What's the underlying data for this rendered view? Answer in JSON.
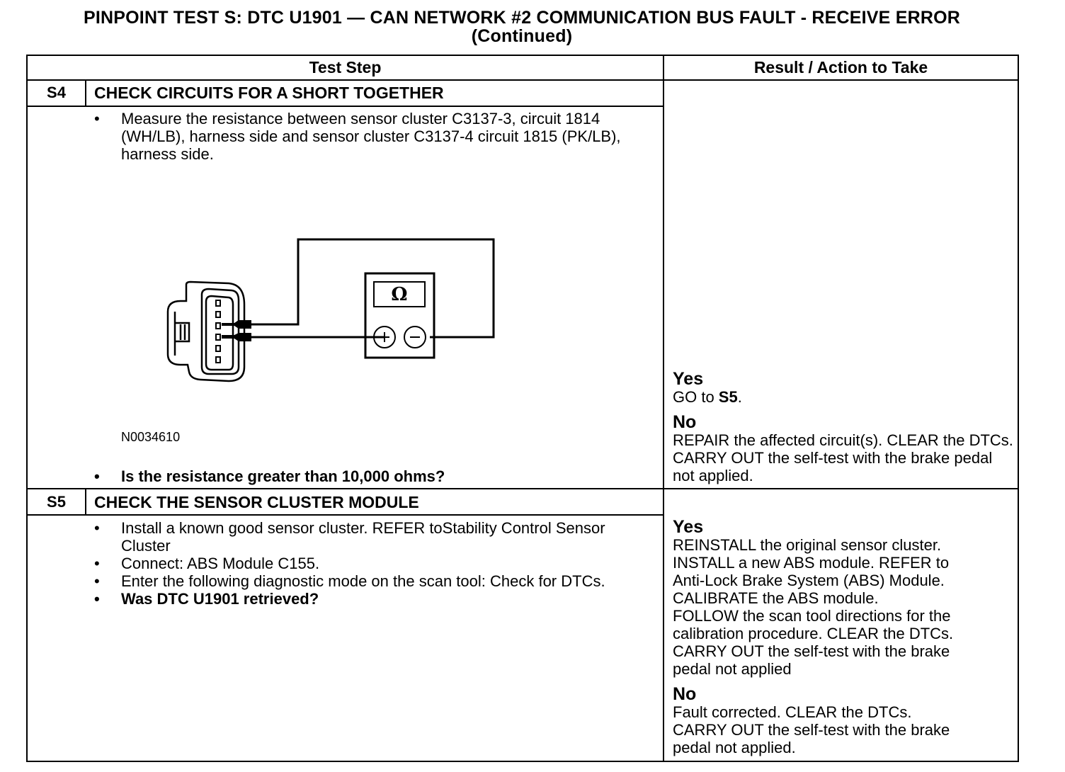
{
  "title": {
    "line1": "PINPOINT TEST  S: DTC U1901 — CAN NETWORK #2 COMMUNICATION BUS FAULT - RECEIVE ERROR",
    "line2": "(Continued)"
  },
  "table": {
    "headers": {
      "test_step": "Test Step",
      "result": "Result / Action to Take"
    },
    "s4": {
      "id": "S4",
      "heading": "CHECK CIRCUITS FOR A SHORT TOGETHER",
      "bullet1": "Measure the resistance between sensor cluster C3137-3, circuit 1814 (WH/LB), harness side and sensor cluster C3137-4 circuit 1815 (PK/LB), harness side.",
      "figure_id": "N0034610",
      "meter_symbol": "Ω",
      "question": "Is the resistance greater than 10,000 ohms?",
      "yes_label": "Yes",
      "yes_text_prefix": "GO to ",
      "yes_text_bold": "S5",
      "yes_text_suffix": ".",
      "no_label": "No",
      "no_text": "REPAIR the affected circuit(s). CLEAR the DTCs. CARRY OUT the self-test with the brake pedal not applied."
    },
    "s5": {
      "id": "S5",
      "heading": "CHECK THE SENSOR CLUSTER MODULE",
      "bullets": [
        "Install a known good sensor cluster. REFER toStability Control Sensor Cluster",
        "Connect: ABS Module C155.",
        "Enter the following diagnostic mode on the scan tool: Check for DTCs."
      ],
      "question": "Was DTC U1901 retrieved?",
      "yes_label": "Yes",
      "yes_lines": [
        "REINSTALL the original sensor cluster.",
        "INSTALL a new ABS module. REFER to",
        "Anti-Lock Brake System (ABS) Module.",
        "CALIBRATE the ABS module.",
        "FOLLOW the scan tool directions for the",
        "calibration  procedure. CLEAR the DTCs.",
        "CARRY OUT the self-test with the brake",
        "pedal not applied"
      ],
      "no_label": "No",
      "no_lines": [
        "Fault corrected. CLEAR the DTCs.",
        "CARRY OUT the self-test with the brake",
        "pedal not applied."
      ]
    }
  }
}
